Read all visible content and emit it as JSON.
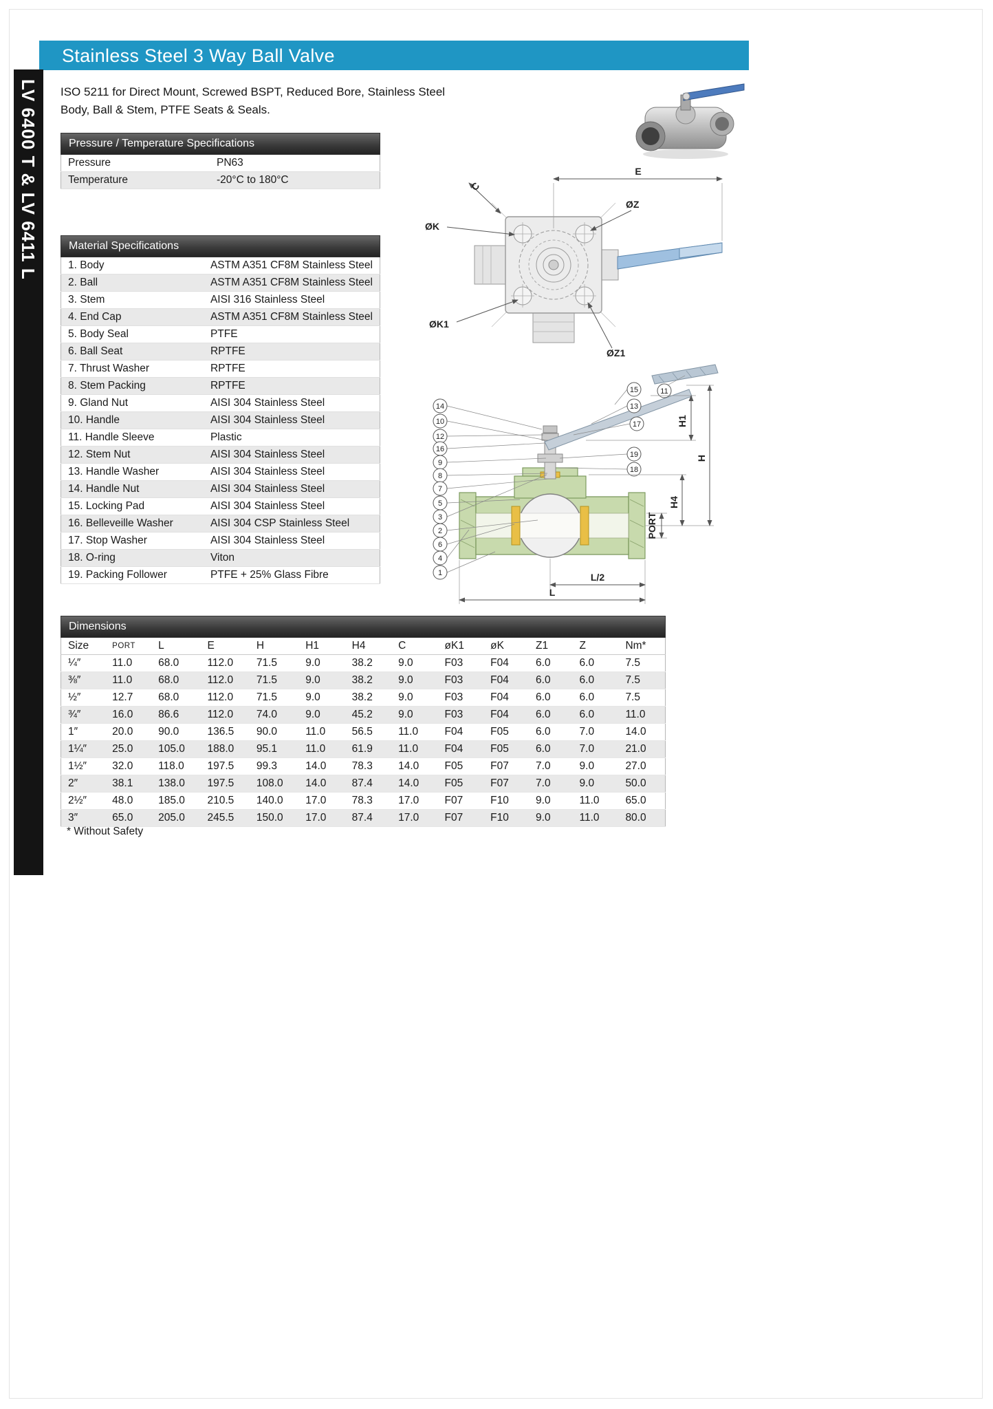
{
  "page": {
    "title": "Stainless Steel 3 Way Ball Valve",
    "side_label": "LV 6400 T & LV 6411 L",
    "intro_line1": "ISO 5211 for Direct Mount, Screwed BSPT, Reduced Bore, Stainless Steel",
    "intro_line2": "Body, Ball & Stem, PTFE Seats & Seals.",
    "footnote": "* Without Safety"
  },
  "pressure_temp": {
    "header": "Pressure / Temperature Specifications",
    "rows": [
      {
        "label": "Pressure",
        "value": "PN63"
      },
      {
        "label": "Temperature",
        "value": "-20°C to 180°C"
      }
    ]
  },
  "materials": {
    "header": "Material Specifications",
    "rows": [
      {
        "label": "1. Body",
        "value": "ASTM A351 CF8M Stainless Steel"
      },
      {
        "label": "2. Ball",
        "value": "ASTM A351 CF8M Stainless Steel"
      },
      {
        "label": "3. Stem",
        "value": "AISI 316 Stainless Steel"
      },
      {
        "label": "4. End Cap",
        "value": "ASTM A351 CF8M Stainless Steel"
      },
      {
        "label": "5. Body Seal",
        "value": "PTFE"
      },
      {
        "label": "6. Ball Seat",
        "value": "RPTFE"
      },
      {
        "label": "7. Thrust Washer",
        "value": "RPTFE"
      },
      {
        "label": "8. Stem Packing",
        "value": "RPTFE"
      },
      {
        "label": "9. Gland Nut",
        "value": "AISI 304 Stainless Steel"
      },
      {
        "label": "10. Handle",
        "value": "AISI 304 Stainless Steel"
      },
      {
        "label": "11. Handle Sleeve",
        "value": "Plastic"
      },
      {
        "label": "12. Stem Nut",
        "value": "AISI 304 Stainless Steel"
      },
      {
        "label": "13. Handle Washer",
        "value": "AISI 304 Stainless Steel"
      },
      {
        "label": "14. Handle Nut",
        "value": "AISI 304 Stainless Steel"
      },
      {
        "label": "15. Locking Pad",
        "value": "AISI 304 Stainless Steel"
      },
      {
        "label": "16. Belleveille Washer",
        "value": "AISI 304 CSP Stainless Steel"
      },
      {
        "label": "17. Stop Washer",
        "value": "AISI 304 Stainless Steel"
      },
      {
        "label": "18. O-ring",
        "value": "Viton"
      },
      {
        "label": "19. Packing Follower",
        "value": "PTFE + 25% Glass Fibre"
      }
    ]
  },
  "dimensions": {
    "header": "Dimensions",
    "columns": [
      "Size",
      "PORT",
      "L",
      "E",
      "H",
      "H1",
      "H4",
      "C",
      "øK1",
      "øK",
      "Z1",
      "Z",
      "Nm*"
    ],
    "rows": [
      [
        "¼″",
        "11.0",
        "68.0",
        "112.0",
        "71.5",
        "9.0",
        "38.2",
        "9.0",
        "F03",
        "F04",
        "6.0",
        "6.0",
        "7.5"
      ],
      [
        "⅜″",
        "11.0",
        "68.0",
        "112.0",
        "71.5",
        "9.0",
        "38.2",
        "9.0",
        "F03",
        "F04",
        "6.0",
        "6.0",
        "7.5"
      ],
      [
        "½″",
        "12.7",
        "68.0",
        "112.0",
        "71.5",
        "9.0",
        "38.2",
        "9.0",
        "F03",
        "F04",
        "6.0",
        "6.0",
        "7.5"
      ],
      [
        "¾″",
        "16.0",
        "86.6",
        "112.0",
        "74.0",
        "9.0",
        "45.2",
        "9.0",
        "F03",
        "F04",
        "6.0",
        "6.0",
        "11.0"
      ],
      [
        "1″",
        "20.0",
        "90.0",
        "136.5",
        "90.0",
        "11.0",
        "56.5",
        "11.0",
        "F04",
        "F05",
        "6.0",
        "7.0",
        "14.0"
      ],
      [
        "1¼″",
        "25.0",
        "105.0",
        "188.0",
        "95.1",
        "11.0",
        "61.9",
        "11.0",
        "F04",
        "F05",
        "6.0",
        "7.0",
        "21.0"
      ],
      [
        "1½″",
        "32.0",
        "118.0",
        "197.5",
        "99.3",
        "14.0",
        "78.3",
        "14.0",
        "F05",
        "F07",
        "7.0",
        "9.0",
        "27.0"
      ],
      [
        "2″",
        "38.1",
        "138.0",
        "197.5",
        "108.0",
        "14.0",
        "87.4",
        "14.0",
        "F05",
        "F07",
        "7.0",
        "9.0",
        "50.0"
      ],
      [
        "2½″",
        "48.0",
        "185.0",
        "210.5",
        "140.0",
        "17.0",
        "78.3",
        "17.0",
        "F07",
        "F10",
        "9.0",
        "11.0",
        "65.0"
      ],
      [
        "3″",
        "65.0",
        "205.0",
        "245.5",
        "150.0",
        "17.0",
        "87.4",
        "17.0",
        "F07",
        "F10",
        "9.0",
        "11.0",
        "80.0"
      ]
    ]
  },
  "drawing": {
    "top": {
      "label_e": "E",
      "label_c": "C",
      "label_ok": "ØK",
      "label_oz": "ØZ",
      "label_ok1": "ØK1",
      "label_oz1": "ØZ1"
    },
    "side": {
      "label_h1": "H1",
      "label_h": "H",
      "label_h4": "H4",
      "label_port": "PORT",
      "label_l2": "L/2",
      "label_l": "L",
      "callouts_left": [
        "14",
        "10",
        "12",
        "16",
        "9",
        "8",
        "7",
        "5",
        "3",
        "2",
        "6",
        "4",
        "1"
      ],
      "callouts_right": [
        "15",
        "11",
        "13",
        "17",
        "19",
        "18"
      ]
    }
  }
}
